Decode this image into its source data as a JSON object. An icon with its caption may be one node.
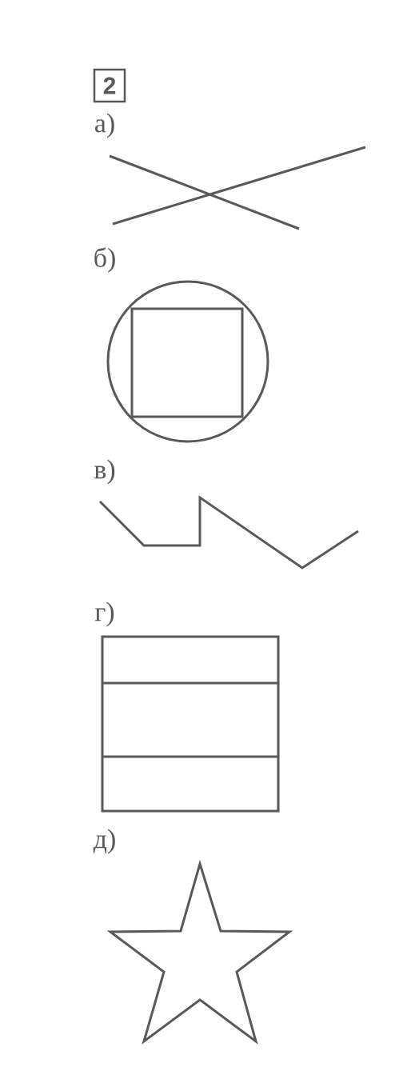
{
  "diagram": {
    "labels": [
      "2",
      "а)",
      "б)",
      "в)",
      "г)",
      "д)"
    ]
  }
}
